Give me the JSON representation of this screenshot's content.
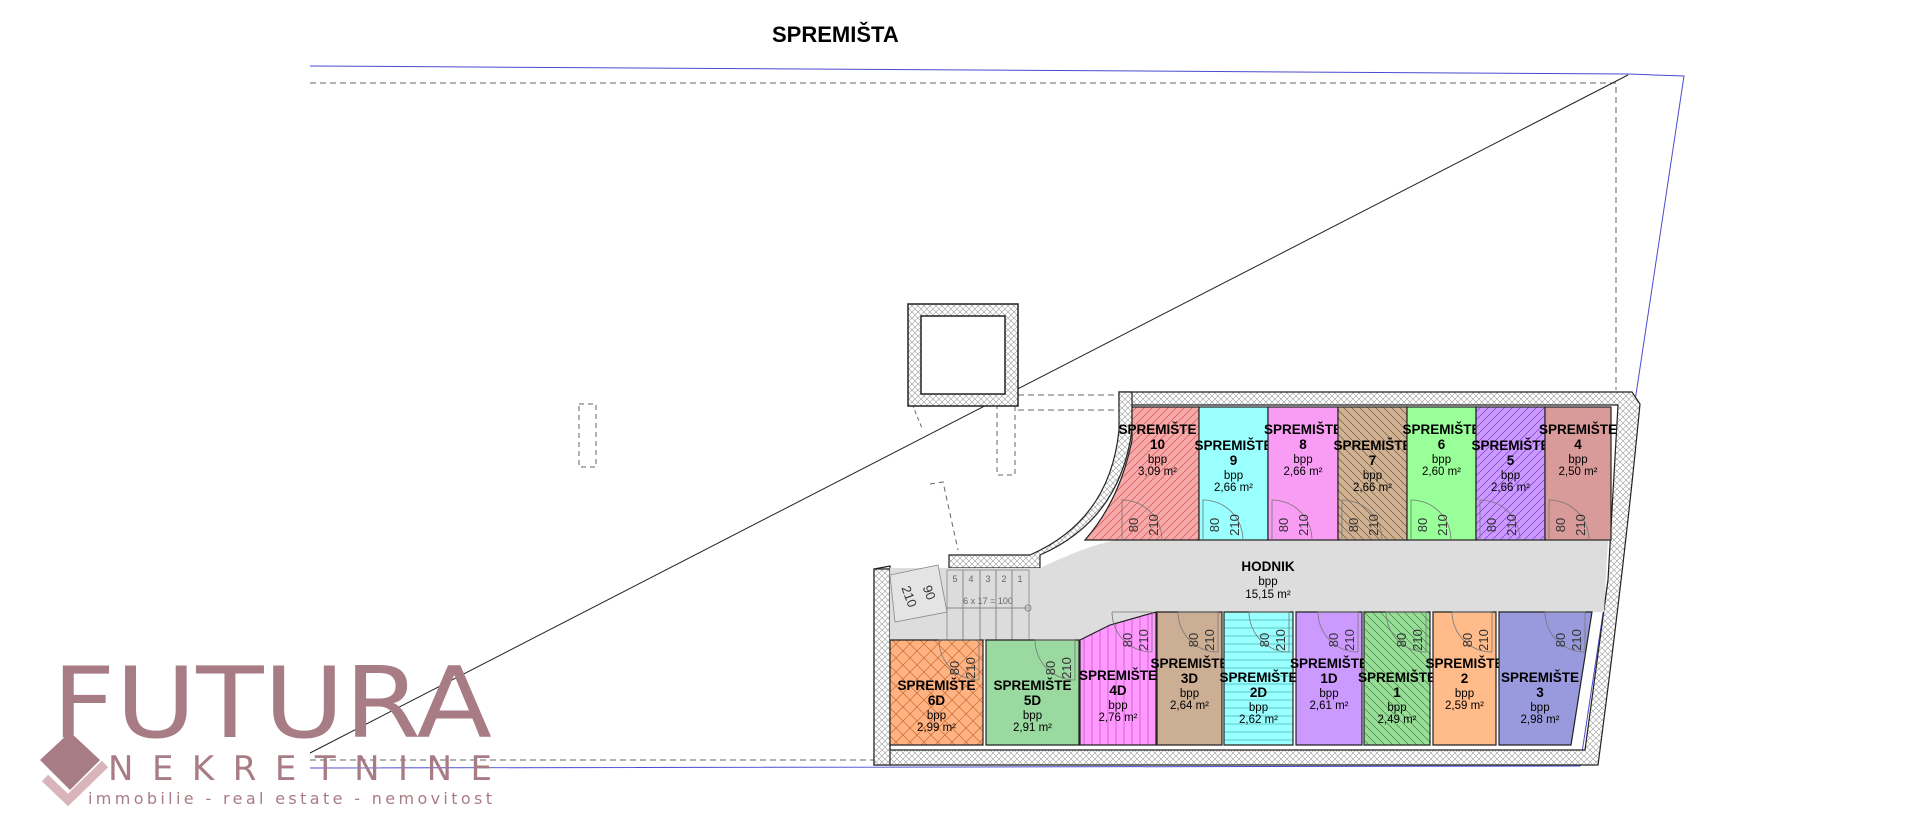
{
  "title": "SPREMIŠTA",
  "corridor": {
    "name": "HODNIK",
    "label": "bpp",
    "area": "15,15 m²"
  },
  "door": {
    "width": "80",
    "height": "210"
  },
  "stair": {
    "formula": "6 x 17 = 100",
    "steps": [
      "1",
      "2",
      "3",
      "4",
      "5"
    ],
    "door_height": "210",
    "door_width": "90"
  },
  "rooms_top": [
    {
      "name": "SPREMIŠTE",
      "number": "10",
      "label": "bpp",
      "area": "3,09 m²",
      "color": "#f5a9a9"
    },
    {
      "name": "SPREMIŠTE",
      "number": "9",
      "label": "bpp",
      "area": "2,66 m²",
      "color": "#99ffff"
    },
    {
      "name": "SPREMIŠTE",
      "number": "8",
      "label": "bpp",
      "area": "2,66 m²",
      "color": "#f99cf4"
    },
    {
      "name": "SPREMIŠTE",
      "number": "7",
      "label": "bpp",
      "area": "2,66 m²",
      "color": "#cfb293"
    },
    {
      "name": "SPREMIŠTE",
      "number": "6",
      "label": "bpp",
      "area": "2,60 m²",
      "color": "#99ff99"
    },
    {
      "name": "SPREMIŠTE",
      "number": "5",
      "label": "bpp",
      "area": "2,66 m²",
      "color": "#cc99ff"
    },
    {
      "name": "SPREMIŠTE",
      "number": "4",
      "label": "bpp",
      "area": "2,50 m²",
      "color": "#d99a9a"
    }
  ],
  "rooms_bottom": [
    {
      "name": "SPREMIŠTE",
      "number": "6D",
      "label": "bpp",
      "area": "2,99 m²",
      "color": "#ffb383"
    },
    {
      "name": "SPREMIŠTE",
      "number": "5D",
      "label": "bpp",
      "area": "2,91 m²",
      "color": "#9ad9a0"
    },
    {
      "name": "SPREMIŠTE",
      "number": "4D",
      "label": "bpp",
      "area": "2,76 m²",
      "color": "#ff99ff"
    },
    {
      "name": "SPREMIŠTE",
      "number": "3D",
      "label": "bpp",
      "area": "2,64 m²",
      "color": "#ccae94"
    },
    {
      "name": "SPREMIŠTE",
      "number": "2D",
      "label": "bpp",
      "area": "2,62 m²",
      "color": "#99ffff"
    },
    {
      "name": "SPREMIŠTE",
      "number": "1D",
      "label": "bpp",
      "area": "2,61 m²",
      "color": "#cc99ff"
    },
    {
      "name": "SPREMIŠTE",
      "number": "1",
      "label": "bpp",
      "area": "2,49 m²",
      "color": "#99dd99"
    },
    {
      "name": "SPREMIŠTE",
      "number": "2",
      "label": "bpp",
      "area": "2,59 m²",
      "color": "#ffbb8a"
    },
    {
      "name": "SPREMIŠTE",
      "number": "3",
      "label": "bpp",
      "area": "2,98 m²",
      "color": "#9999dd"
    }
  ],
  "logo": {
    "brand": "FUTURA",
    "subtitle": "NEKRETNINE",
    "tagline": "immobilie - real estate - nemovitost",
    "color": "#a87c84"
  }
}
